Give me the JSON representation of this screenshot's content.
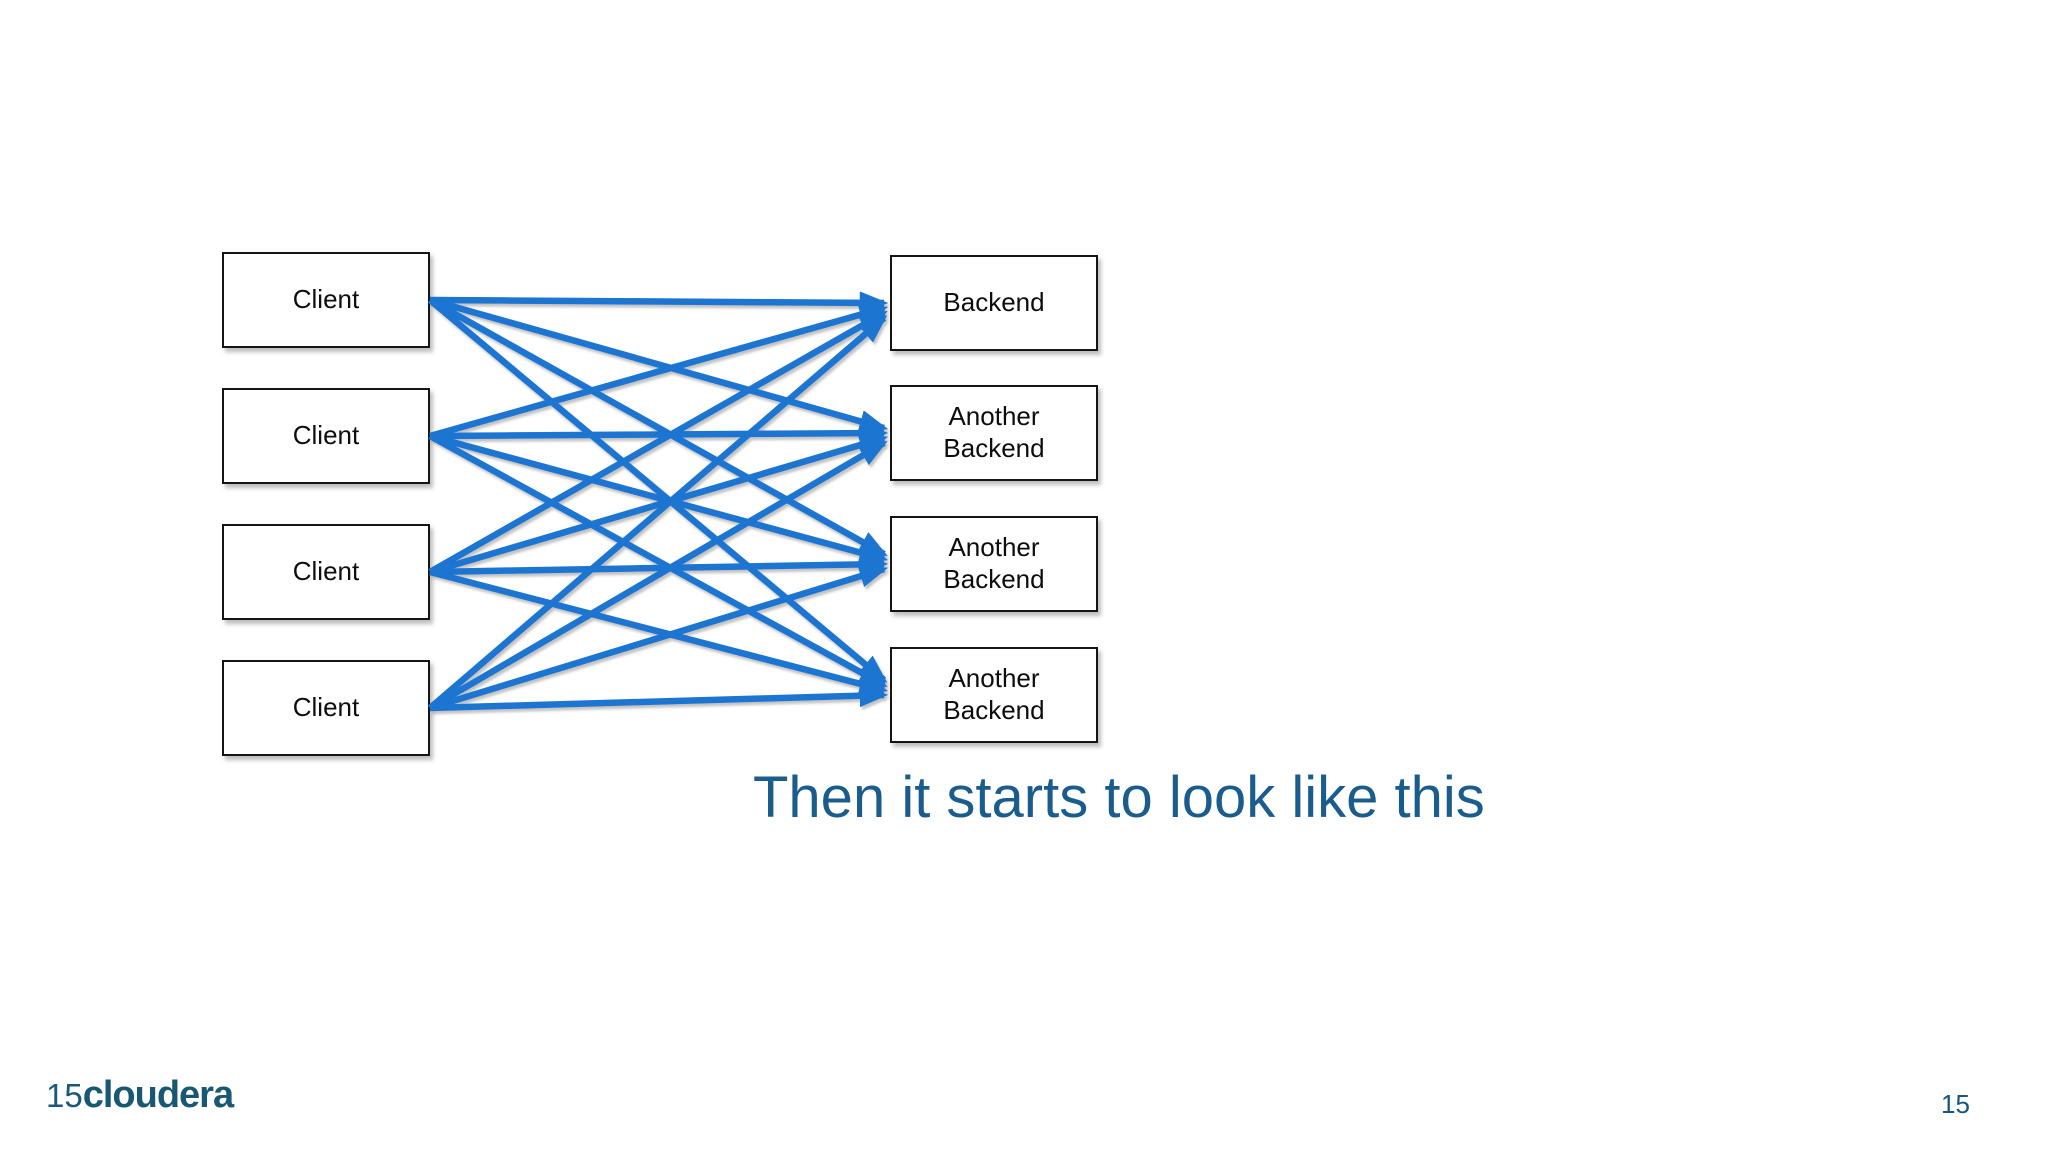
{
  "slide": {
    "caption": {
      "text": "Then it starts to look like this",
      "color": "#1a5c8c"
    },
    "diagram": {
      "clients": [
        {
          "label": "Client"
        },
        {
          "label": "Client"
        },
        {
          "label": "Client"
        },
        {
          "label": "Client"
        }
      ],
      "backends": [
        {
          "label": "Backend"
        },
        {
          "label": "Another Backend"
        },
        {
          "label": "Another Backend"
        },
        {
          "label": "Another Backend"
        }
      ],
      "connections": [
        [
          0,
          0
        ],
        [
          0,
          1
        ],
        [
          0,
          2
        ],
        [
          0,
          3
        ],
        [
          1,
          0
        ],
        [
          1,
          1
        ],
        [
          1,
          2
        ],
        [
          1,
          3
        ],
        [
          2,
          0
        ],
        [
          2,
          1
        ],
        [
          2,
          2
        ],
        [
          2,
          3
        ],
        [
          3,
          0
        ],
        [
          3,
          1
        ],
        [
          3,
          2
        ],
        [
          3,
          3
        ]
      ],
      "arrow_color": "#1c74d1",
      "box_border_color": "#151515",
      "box_fill_color": "#ffffff"
    },
    "footer": {
      "slide_number_left": "15",
      "logo_text": "cloudera",
      "logo_color": "#195872",
      "number_color": "#1a5878",
      "page_number_right": "15",
      "page_number_color": "#17567e"
    }
  }
}
